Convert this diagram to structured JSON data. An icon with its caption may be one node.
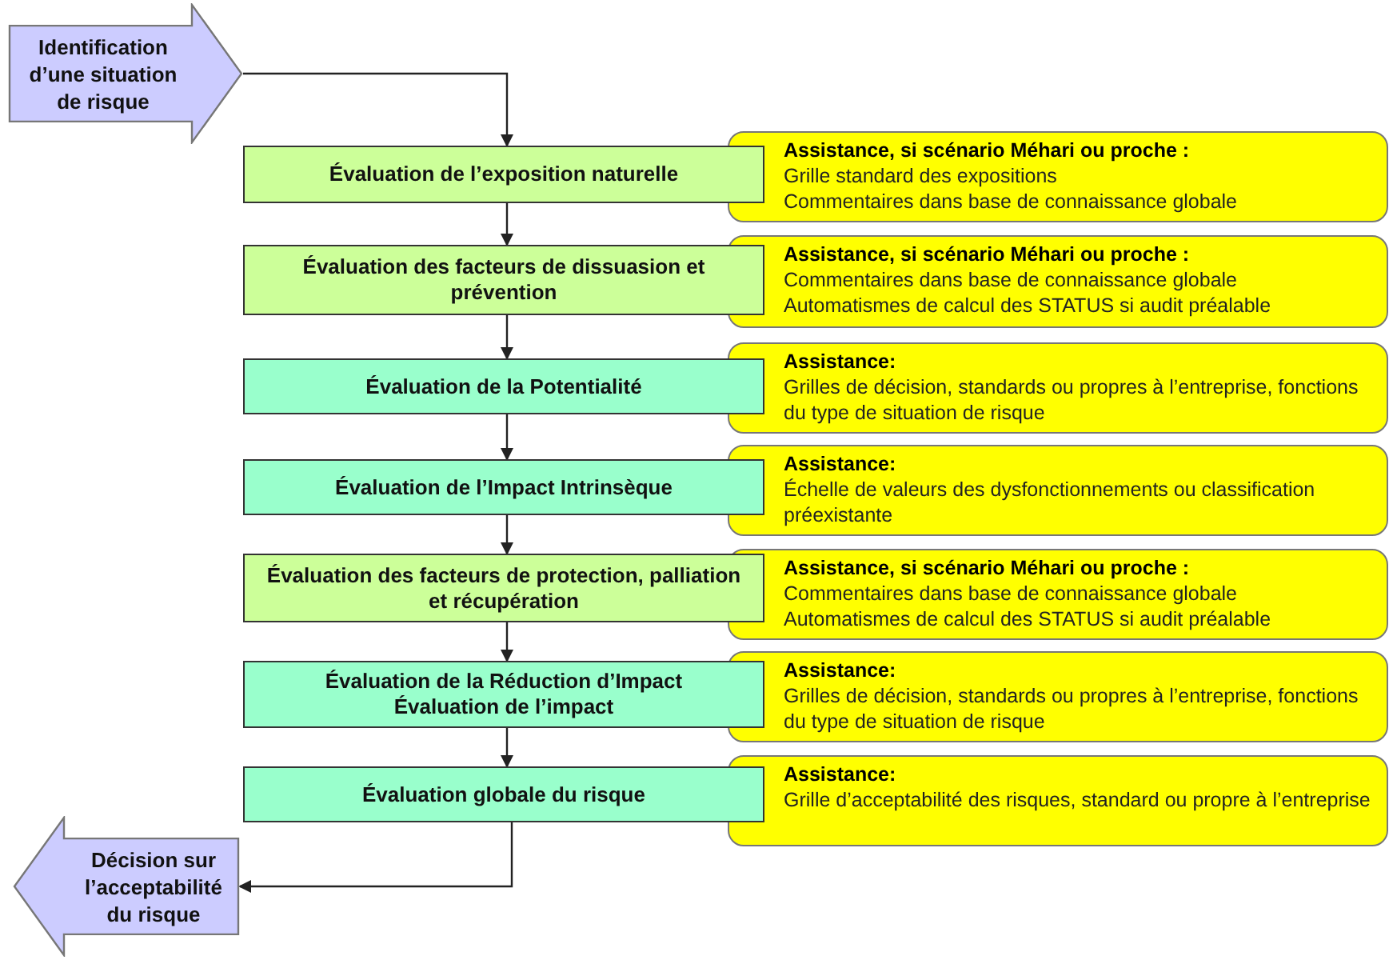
{
  "diagram": {
    "nodes": [
      {
        "text": [
          "Identification d’une situation de risque"
        ]
      },
      {
        "text": [
          "Évaluation de l’exposition naturelle"
        ]
      },
      {
        "text": [
          "Assistance, si scénario Méhari ou proche :",
          "Grille standard des expositions",
          "Commentaires dans base de connaissance globale"
        ]
      },
      {
        "text": [
          "Évaluation des facteurs de dissuasion et prévention"
        ]
      },
      {
        "text": [
          "Assistance, si scénario Méhari ou proche :",
          "Commentaires dans base de connaissance globale",
          "Automatismes de calcul des STATUS si audit préalable"
        ]
      },
      {
        "text": [
          "Évaluation de la Potentialité"
        ]
      },
      {
        "text": [
          "Assistance:",
          "Grilles de décision, standards ou propres à l’entreprise, fonctions du type de situation de risque"
        ]
      },
      {
        "text": [
          "Évaluation de l’Impact Intrinsèque"
        ]
      },
      {
        "text": [
          "Assistance:",
          "Échelle de valeurs des dysfonctionnements ou classification préexistante"
        ]
      },
      {
        "text": [
          "Évaluation des facteurs de protection, palliation et récupération"
        ]
      },
      {
        "text": [
          "Assistance, si scénario Méhari ou proche :",
          "Commentaires dans base de connaissance globale",
          "Automatismes de calcul des STATUS si audit préalable"
        ]
      },
      {
        "text": [
          "Évaluation de la Réduction d’Impact",
          "Évaluation de l’impact"
        ]
      },
      {
        "text": [
          "Assistance:",
          "Grilles de décision, standards ou propres à l’entreprise, fonctions du type de situation de risque"
        ]
      },
      {
        "text": [
          "Évaluation globale du risque"
        ]
      },
      {
        "text": [
          "Assistance:",
          "Grille d’acceptabilité des risques, standard ou propre à l’entreprise"
        ]
      },
      {
        "text": [
          "Décision sur l’acceptabilité du risque"
        ]
      }
    ],
    "edges": [
      {
        "from": 0,
        "to": 1,
        "arrow": "to"
      },
      {
        "from": 1,
        "to": 3,
        "arrow": "to"
      },
      {
        "from": 3,
        "to": 5,
        "arrow": "to"
      },
      {
        "from": 5,
        "to": 7,
        "arrow": "to"
      },
      {
        "from": 7,
        "to": 9,
        "arrow": "to"
      },
      {
        "from": 9,
        "to": 11,
        "arrow": "to"
      },
      {
        "from": 11,
        "to": 13,
        "arrow": "to"
      },
      {
        "from": 13,
        "to": 15,
        "arrow": "to"
      }
    ]
  }
}
